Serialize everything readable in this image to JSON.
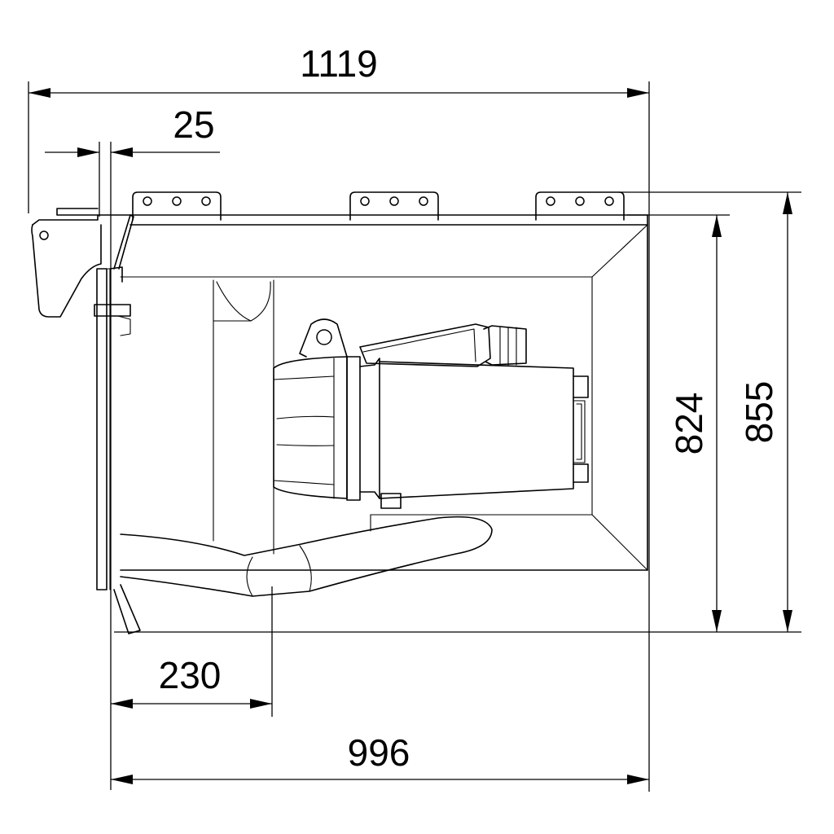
{
  "dimensions": {
    "overall_width": "1119",
    "flange_thickness": "25",
    "inner_height": "824",
    "overall_height": "855",
    "front_depth": "230",
    "body_width": "996"
  }
}
